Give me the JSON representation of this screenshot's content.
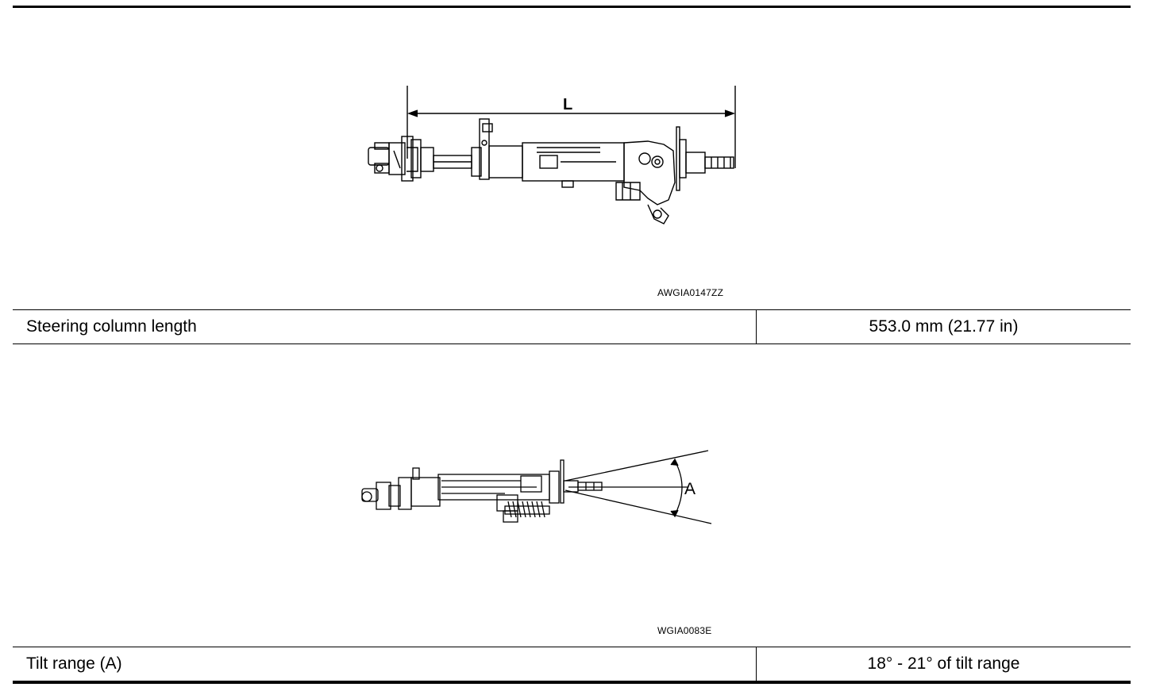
{
  "sections": [
    {
      "figure": {
        "code": "AWGIA0147ZZ",
        "dimension_label": "L"
      },
      "spec": {
        "label": "Steering column length",
        "value": "553.0 mm (21.77 in)"
      }
    },
    {
      "figure": {
        "code": "WGIA0083E",
        "angle_label": "A"
      },
      "spec": {
        "label": "Tilt range (A)",
        "value": "18° - 21° of tilt range"
      }
    }
  ]
}
